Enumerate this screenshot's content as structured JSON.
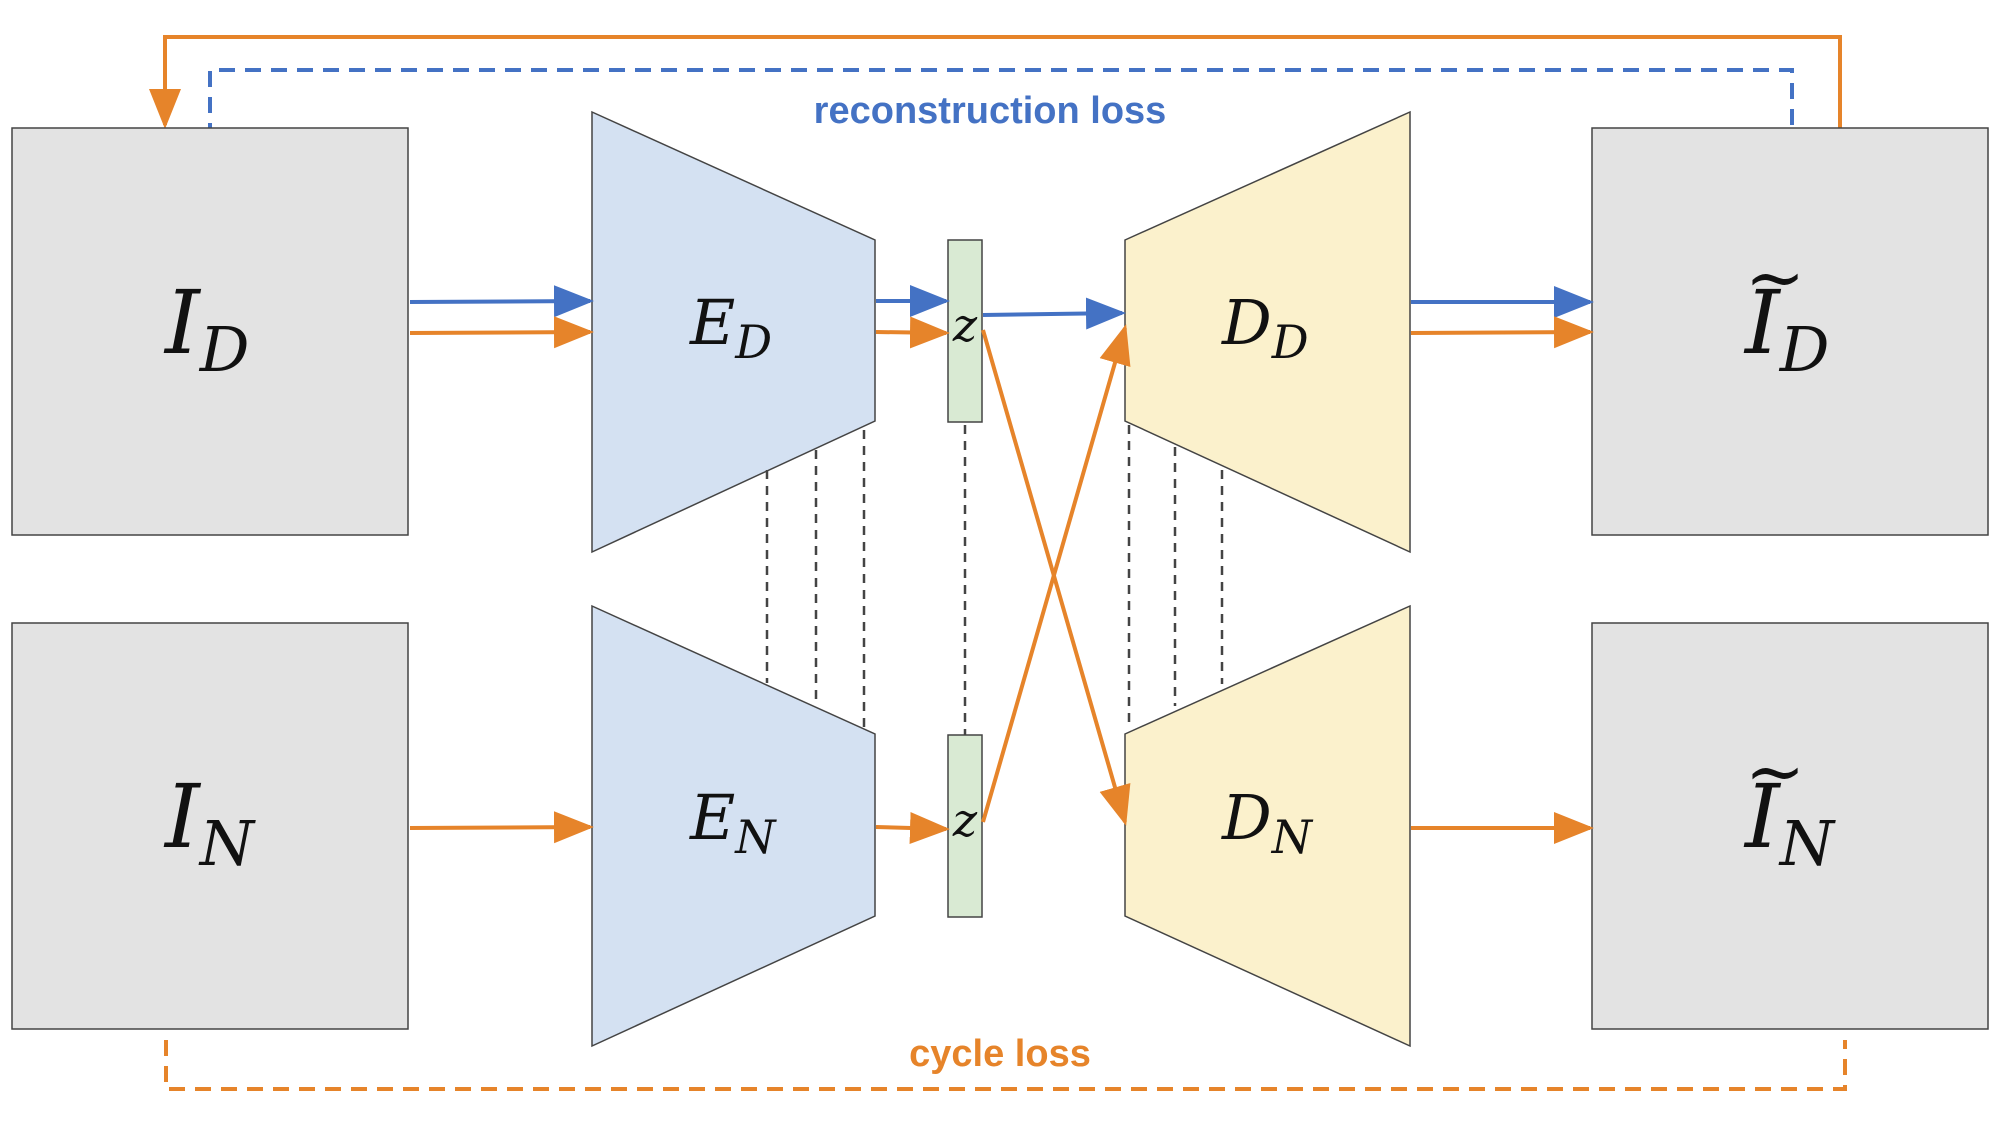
{
  "colors": {
    "image_box_fill": "#e3e3e3",
    "encoder_fill": "#d4e1f2",
    "decoder_fill": "#fbf1cc",
    "latent_fill": "#d9ead3",
    "blue": "#4472c4",
    "orange": "#e6842a",
    "stroke": "#444444"
  },
  "labels": {
    "reconstruction_loss": "reconstruction loss",
    "cycle_loss": "cycle loss",
    "input_d": {
      "base": "I",
      "sub": "D"
    },
    "input_n": {
      "base": "I",
      "sub": "N"
    },
    "encoder_d": {
      "base": "E",
      "sub": "D"
    },
    "encoder_n": {
      "base": "E",
      "sub": "N"
    },
    "decoder_d": {
      "base": "D",
      "sub": "D"
    },
    "decoder_n": {
      "base": "D",
      "sub": "N"
    },
    "output_d": {
      "tilde": "~",
      "base": "I",
      "sub": "D"
    },
    "output_n": {
      "tilde": "~",
      "base": "I",
      "sub": "N"
    },
    "latent_top": "z",
    "latent_bottom": "z"
  }
}
